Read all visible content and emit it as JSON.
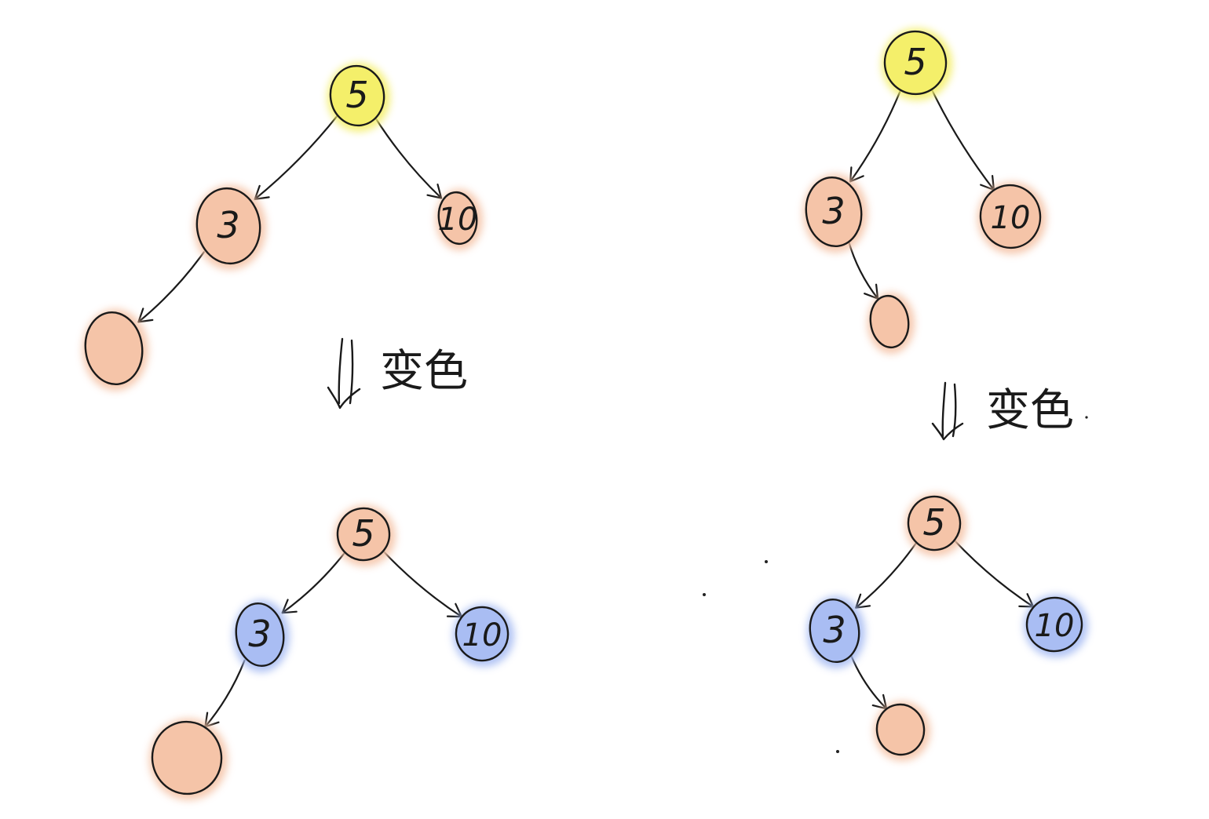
{
  "colors": {
    "yellow": "#f4ef6a",
    "salmon": "#f5c4a8",
    "blue": "#a9bdf3",
    "ink": "#1a1a1a"
  },
  "steps": [
    {
      "arrow": "⇓",
      "label": "变色"
    },
    {
      "arrow": "⇓",
      "label": "变色"
    }
  ],
  "trees": [
    {
      "id": "left-before",
      "nodes": [
        {
          "id": "root",
          "label": "5",
          "color": "yellow"
        },
        {
          "id": "n3",
          "label": "3",
          "color": "salmon"
        },
        {
          "id": "n10",
          "label": "10",
          "color": "salmon"
        },
        {
          "id": "new",
          "label": "",
          "color": "salmon"
        }
      ],
      "edges": [
        [
          "root",
          "n3"
        ],
        [
          "root",
          "n10"
        ],
        [
          "n3",
          "new"
        ]
      ]
    },
    {
      "id": "left-after",
      "nodes": [
        {
          "id": "root",
          "label": "5",
          "color": "salmon"
        },
        {
          "id": "n3",
          "label": "3",
          "color": "blue"
        },
        {
          "id": "n10",
          "label": "10",
          "color": "blue"
        },
        {
          "id": "new",
          "label": "",
          "color": "salmon"
        }
      ],
      "edges": [
        [
          "root",
          "n3"
        ],
        [
          "root",
          "n10"
        ],
        [
          "n3",
          "new"
        ]
      ]
    },
    {
      "id": "right-before",
      "nodes": [
        {
          "id": "root",
          "label": "5",
          "color": "yellow"
        },
        {
          "id": "n3",
          "label": "3",
          "color": "salmon"
        },
        {
          "id": "n10",
          "label": "10",
          "color": "salmon"
        },
        {
          "id": "new",
          "label": "",
          "color": "salmon"
        }
      ],
      "edges": [
        [
          "root",
          "n3"
        ],
        [
          "root",
          "n10"
        ],
        [
          "n3",
          "new"
        ]
      ]
    },
    {
      "id": "right-after",
      "nodes": [
        {
          "id": "root",
          "label": "5",
          "color": "salmon"
        },
        {
          "id": "n3",
          "label": "3",
          "color": "blue"
        },
        {
          "id": "n10",
          "label": "10",
          "color": "blue"
        },
        {
          "id": "new",
          "label": "",
          "color": "salmon"
        }
      ],
      "edges": [
        [
          "root",
          "n3"
        ],
        [
          "root",
          "n10"
        ],
        [
          "n3",
          "new"
        ]
      ]
    }
  ]
}
